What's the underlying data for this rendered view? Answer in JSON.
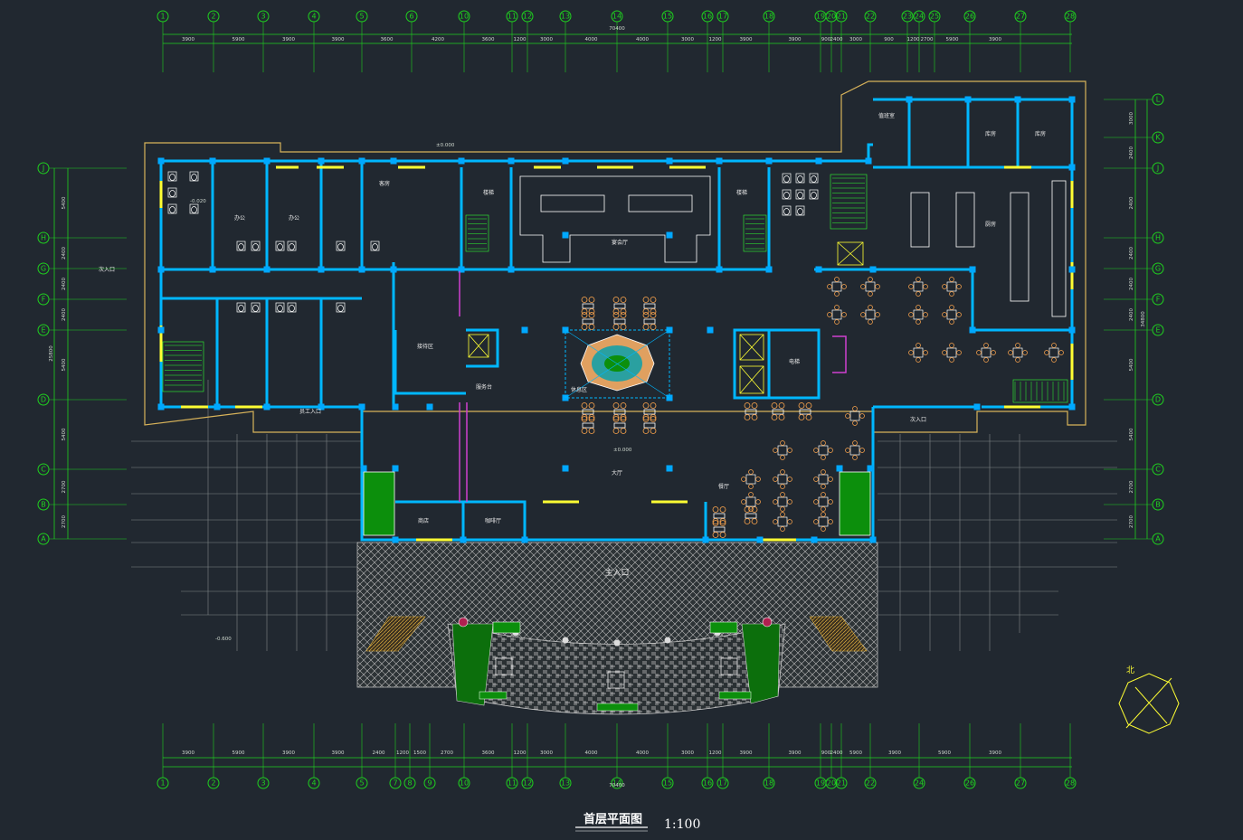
{
  "drawing": {
    "title": "首层平面图",
    "scale": "1:100",
    "total_dimension": "70400",
    "entrance_label": "主入口",
    "north_label": "北",
    "elevations": [
      "±0.000",
      "-0.020",
      "-0.600",
      "±0.000"
    ]
  },
  "axes": {
    "top_labels": [
      "1",
      "2",
      "3",
      "4",
      "5",
      "6",
      "10",
      "11",
      "12",
      "13",
      "14",
      "15",
      "16",
      "17",
      "18",
      "19",
      "20",
      "21",
      "22",
      "23",
      "24",
      "25",
      "26",
      "27",
      "28"
    ],
    "bottom_labels": [
      "1",
      "2",
      "3",
      "4",
      "5",
      "7",
      "8",
      "9",
      "10",
      "11",
      "12",
      "13",
      "14",
      "15",
      "16",
      "17",
      "18",
      "19",
      "20",
      "21",
      "22",
      "24",
      "26",
      "27",
      "28"
    ],
    "left_labels": [
      "J",
      "H",
      "G",
      "F",
      "E",
      "D",
      "C",
      "B",
      "A"
    ],
    "right_labels": [
      "L",
      "K",
      "J",
      "H",
      "G",
      "F",
      "E",
      "D",
      "C",
      "B",
      "A"
    ]
  },
  "dimensions": {
    "top": [
      "3900",
      "5900",
      "3900",
      "3900",
      "3600",
      "4200",
      "3600",
      "1200",
      "3000",
      "4000",
      "4000",
      "3000",
      "1200",
      "3900",
      "3900",
      "900",
      "2400",
      "3000",
      "900",
      "1200",
      "2700",
      "5900",
      "3900"
    ],
    "bottom": [
      "3900",
      "5900",
      "3900",
      "3900",
      "2400",
      "1200",
      "1500",
      "2700",
      "3600",
      "1200",
      "3000",
      "4000",
      "4000",
      "3000",
      "1200",
      "3900",
      "3900",
      "900",
      "2400",
      "5900",
      "3900",
      "5900",
      "3900"
    ],
    "left": [
      "5400",
      "2400",
      "2400",
      "2400",
      "5400",
      "5400",
      "2700",
      "2700"
    ],
    "left_total": "25800",
    "right": [
      "3000",
      "2400",
      "2400",
      "2400",
      "2400",
      "2400",
      "5400",
      "5400",
      "2700",
      "2700"
    ],
    "right_total": "34800"
  },
  "rooms": [
    {
      "key": "office_1",
      "label": "办公"
    },
    {
      "key": "office_2",
      "label": "办公"
    },
    {
      "key": "guest_room",
      "label": "客房"
    },
    {
      "key": "stair_1",
      "label": "楼梯"
    },
    {
      "key": "banquet",
      "label": "宴会厅"
    },
    {
      "key": "stair_2",
      "label": "楼梯"
    },
    {
      "key": "hall",
      "label": "大厅"
    },
    {
      "key": "reception",
      "label": "接待区"
    },
    {
      "key": "lounge",
      "label": "休息区"
    },
    {
      "key": "lift",
      "label": "电梯"
    },
    {
      "key": "kitchen",
      "label": "厨房"
    },
    {
      "key": "dining",
      "label": "餐厅"
    },
    {
      "key": "store_1",
      "label": "库房"
    },
    {
      "key": "store_2",
      "label": "库房"
    },
    {
      "key": "duty",
      "label": "值班室"
    },
    {
      "key": "service",
      "label": "服务台"
    },
    {
      "key": "side_entrance_w",
      "label": "次入口"
    },
    {
      "key": "side_entrance_e",
      "label": "次入口"
    },
    {
      "key": "staff_entrance",
      "label": "员工入口"
    },
    {
      "key": "shop",
      "label": "商店"
    },
    {
      "key": "cafe",
      "label": "咖啡厅"
    }
  ],
  "colors": {
    "background": "#212830",
    "wall": "#00b7ff",
    "column": "#00a8ff",
    "window": "#ffff33",
    "axis": "#1fd11f",
    "furniture": "#ffa64d",
    "outline": "#d8b35a",
    "paving": "#b8b8b8",
    "grass": "#0c8f0c"
  }
}
